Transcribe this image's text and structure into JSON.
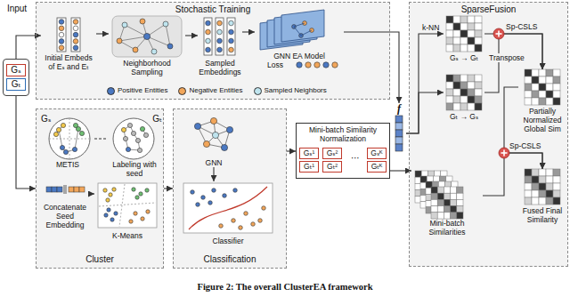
{
  "diagram": {
    "caption": "Figure 2: The overall ClusterEA framework",
    "nodes": [
      {
        "text": [
          "Gₛ",
          "Gₜ"
        ]
      },
      {
        "text": [
          "Stochastic Training"
        ]
      },
      {
        "text": [
          "Initial Embeds of Eₛ and Eₜ"
        ],
        "in": 1
      },
      {
        "text": [
          "Neighborhood Sampling"
        ],
        "in": 1
      },
      {
        "text": [
          "Sampled Embeddings"
        ],
        "in": 1
      },
      {
        "text": [
          "GNN EA Model",
          "Loss"
        ],
        "in": 1
      },
      {
        "text": [
          "f"
        ]
      },
      {
        "text": [
          "SparseFusion"
        ]
      },
      {
        "text": [
          "Gₛ → Gₜ"
        ],
        "in": 7
      },
      {
        "text": [
          "Gₜ → Gₛ"
        ],
        "in": 7
      },
      {
        "text": [
          "Partially Normalized Global Sim"
        ],
        "in": 7
      },
      {
        "text": [
          "Fused Final Similarity"
        ],
        "in": 7
      },
      {
        "text": [
          "Cluster"
        ]
      },
      {
        "text": [
          "Gₛ",
          "METIS"
        ],
        "in": 12
      },
      {
        "text": [
          "Gₜ",
          "Labeling with seed"
        ],
        "in": 12
      },
      {
        "text": [
          "Concatenate Seed Embedding"
        ],
        "in": 12
      },
      {
        "text": [
          "K-Means"
        ],
        "in": 12
      },
      {
        "text": [
          "Classification"
        ]
      },
      {
        "text": [
          "GNN"
        ],
        "in": 17
      },
      {
        "text": [
          "Classifier"
        ],
        "in": 17
      },
      {
        "text": [
          "Mini-batch Similarity Normalization"
        ]
      },
      {
        "text": [
          "Gₛ¹",
          "Gₜ¹"
        ],
        "in": 20
      },
      {
        "text": [
          "Gₛ²",
          "Gₜ²"
        ],
        "in": 20
      },
      {
        "text": [
          "Gₛᴷ",
          "Gₜᴷ"
        ],
        "in": 20
      },
      {
        "text": [
          "Mini-batch Similarities"
        ],
        "in": 7
      }
    ],
    "edges": [
      {
        "from": 0,
        "to": 2,
        "arrow": "to"
      },
      {
        "from": 0,
        "to": 12,
        "arrow": "to"
      },
      {
        "from": 2,
        "to": 3,
        "arrow": "to"
      },
      {
        "from": 3,
        "to": 4,
        "arrow": "to"
      },
      {
        "from": 4,
        "to": 5,
        "arrow": "to"
      },
      {
        "from": 5,
        "to": 6,
        "arrow": "to"
      },
      {
        "from": 6,
        "to": 8,
        "arrow": "to"
      },
      {
        "from": 6,
        "to": 9,
        "arrow": "to"
      },
      {
        "from": 8,
        "to": 10,
        "arrow": "to"
      },
      {
        "from": 9,
        "to": 10,
        "arrow": "to"
      },
      {
        "from": 10,
        "to": 11,
        "arrow": "to"
      },
      {
        "from": 24,
        "to": 11,
        "arrow": "to"
      },
      {
        "from": 12,
        "to": 17,
        "arrow": "to"
      },
      {
        "from": 17,
        "to": 20,
        "arrow": "to"
      },
      {
        "from": 20,
        "to": 24,
        "arrow": "to"
      },
      {
        "from": 13,
        "to": 14,
        "arrow": "none"
      },
      {
        "from": 15,
        "to": 16,
        "arrow": "to"
      },
      {
        "from": 18,
        "to": 19,
        "arrow": "to"
      }
    ],
    "labels": [
      "Input",
      "k-NN",
      "Sp-CSLS",
      "Transpose",
      "Sp-CSLS",
      "⋯"
    ],
    "legend": [
      {
        "text": "Positive Entities",
        "color": "#4a78c2"
      },
      {
        "text": "Negative Entities",
        "color": "#f2a65a"
      },
      {
        "text": "Sampled Neighbors",
        "color": "#bfe4ee"
      }
    ]
  }
}
